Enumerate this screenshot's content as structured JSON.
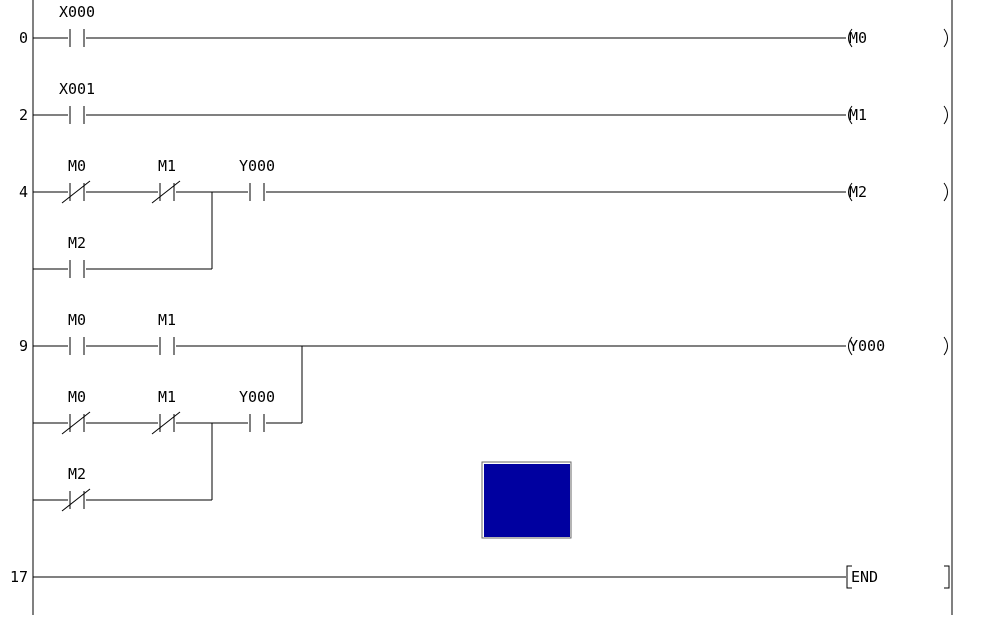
{
  "steps": [
    "0",
    "2",
    "4",
    "9",
    "17"
  ],
  "contacts": {
    "r0_x000": "X000",
    "r2_x001": "X001",
    "r4_m0": "M0",
    "r4_m1": "M1",
    "r4_y000": "Y000",
    "r4b_m2": "M2",
    "r9_m0": "M0",
    "r9_m1": "M1",
    "r9b_m0": "M0",
    "r9b_m1": "M1",
    "r9b_y000": "Y000",
    "r9c_m2": "M2"
  },
  "coils": {
    "c0": "M0",
    "c2": "M1",
    "c4": "M2",
    "c9": "Y000",
    "end": "END"
  },
  "cursor": {
    "color": "#0000a0"
  }
}
